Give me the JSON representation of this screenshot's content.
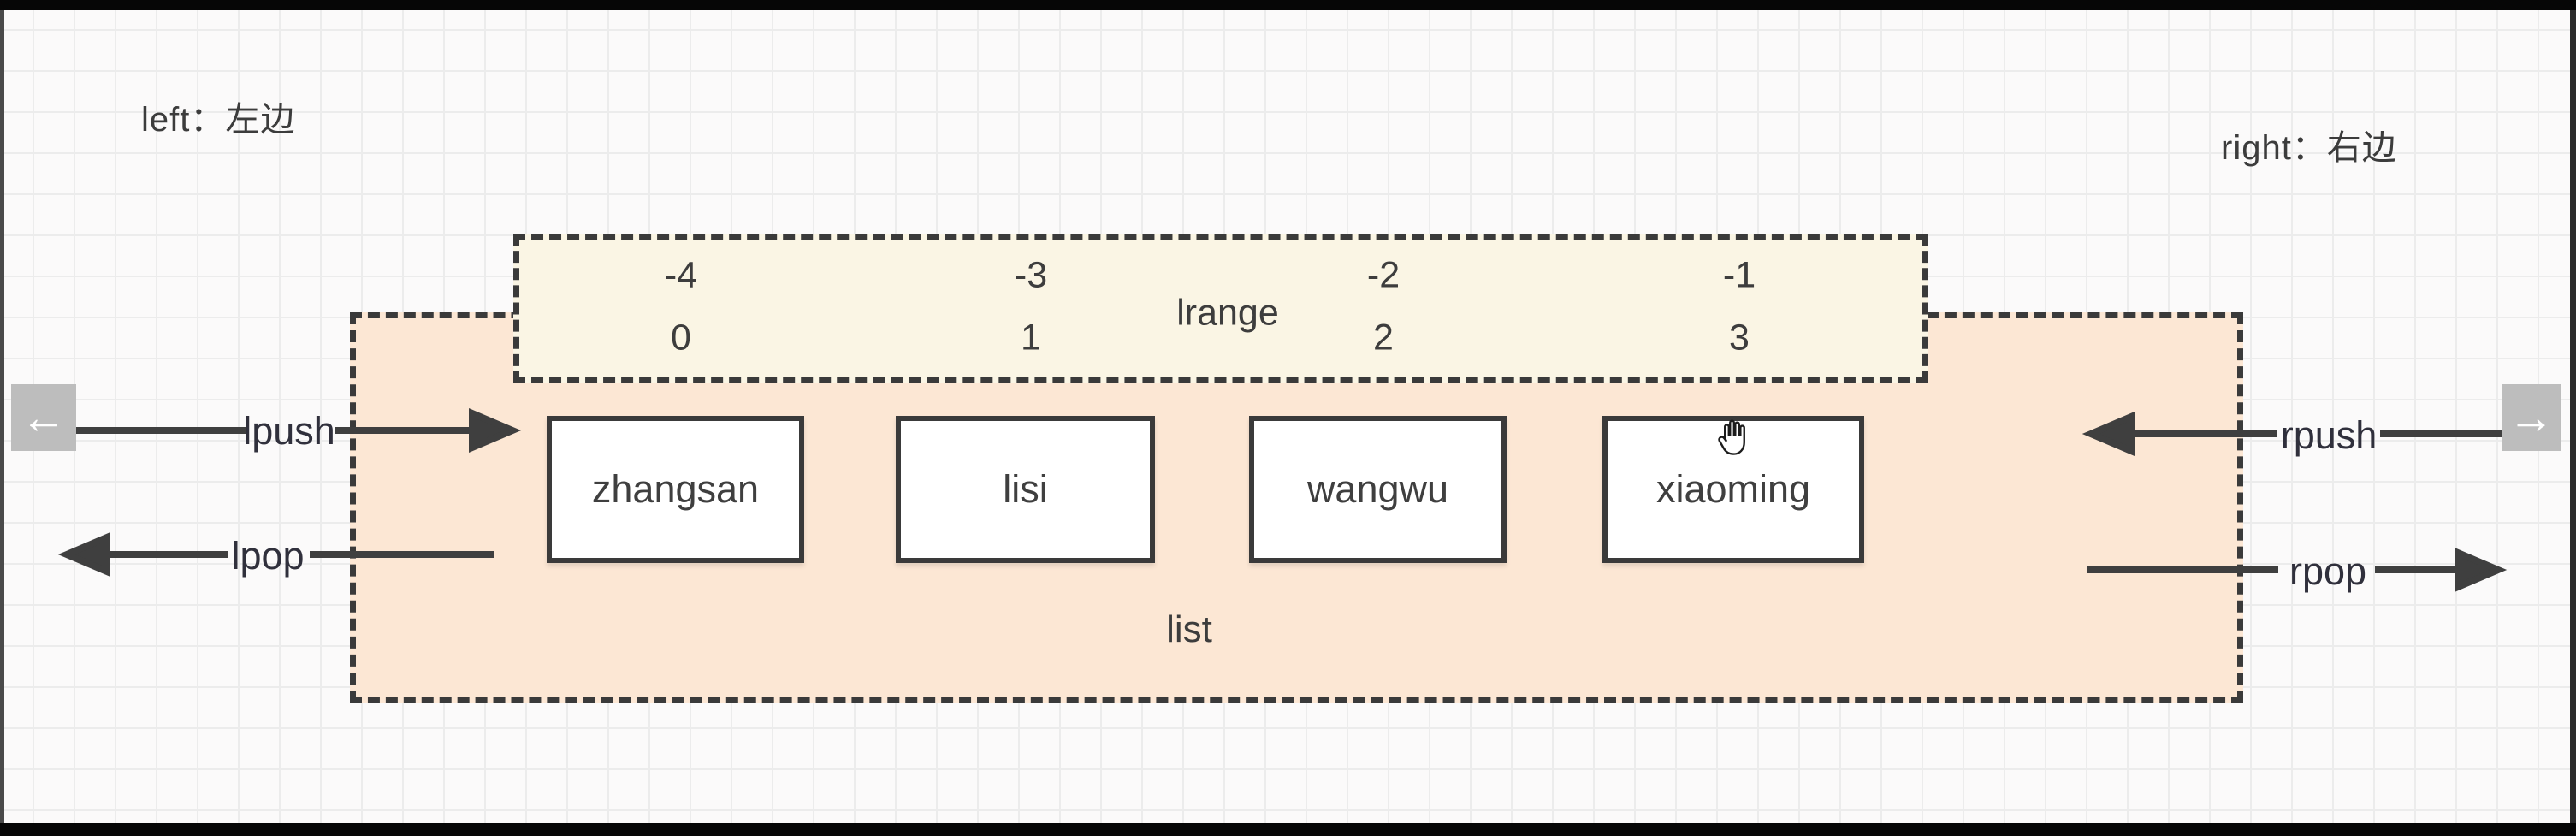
{
  "header": {
    "left_note": "left：左边",
    "right_note": "right：右边"
  },
  "lrange": {
    "label": "lrange",
    "columns": [
      {
        "neg": "-4",
        "pos": "0"
      },
      {
        "neg": "-3",
        "pos": "1"
      },
      {
        "neg": "-2",
        "pos": "2"
      },
      {
        "neg": "-1",
        "pos": "3"
      }
    ]
  },
  "list": {
    "label": "list",
    "items": [
      {
        "value": "zhangsan"
      },
      {
        "value": "lisi"
      },
      {
        "value": "wangwu"
      },
      {
        "value": "xiaoming"
      }
    ]
  },
  "operations": {
    "lpush": "lpush",
    "lpop": "lpop",
    "rpush": "rpush",
    "rpop": "rpop"
  },
  "nav": {
    "prev_icon": "←",
    "next_icon": "→"
  },
  "colors": {
    "list_fill": "#fce7d4",
    "lrange_fill": "#faf5e4",
    "stroke": "#3a3a3a",
    "label_text": "#30303c",
    "nav_button": "#bdbdbd"
  }
}
